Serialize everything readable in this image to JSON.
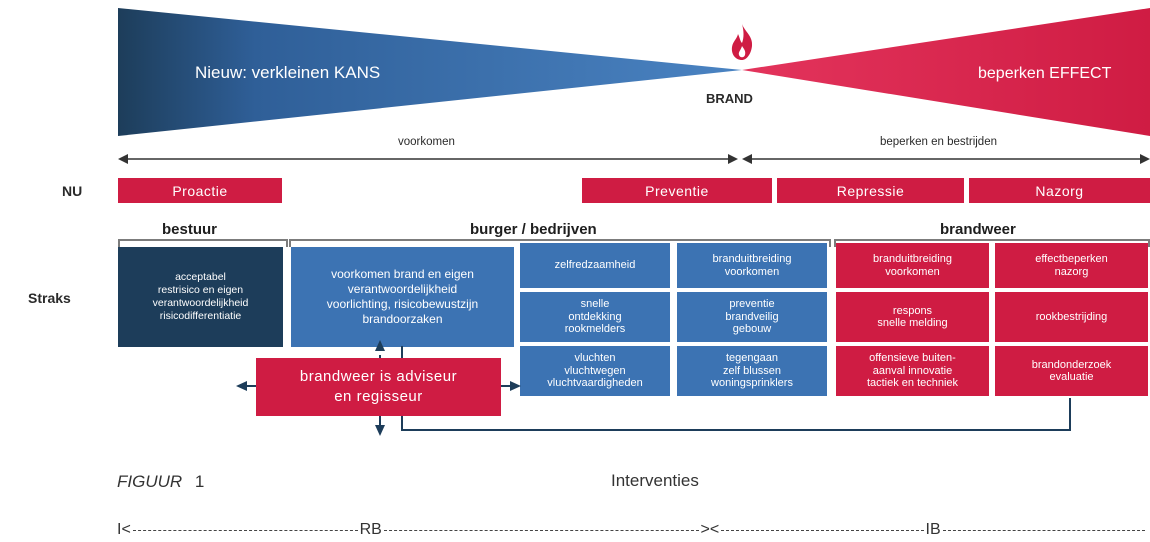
{
  "banner": {
    "left_text": "Nieuw: verkleinen KANS",
    "center_label": "BRAND",
    "right_text": "beperken EFFECT",
    "flame_icon": "flame-icon",
    "colors": {
      "blue": "#3c73b3",
      "dark_blue": "#1d3d5a",
      "red": "#cf1c43"
    }
  },
  "timeline": {
    "left_label": "voorkomen",
    "right_label": "beperken en bestrijden"
  },
  "nu": {
    "row_label": "NU",
    "items": [
      "Proactie",
      "Preventie",
      "Repressie",
      "Nazorg"
    ]
  },
  "straks": {
    "row_label": "Straks",
    "groups": [
      "bestuur",
      "burger / bedrijven",
      "brandweer"
    ],
    "boxes": {
      "bestuur": "acceptabel\nrestrisico en eigen\nverantwoordelijkheid\nrisicodifferentiatie",
      "voorkomen": "voorkomen brand en eigen\nverantwoordelijkheid\nvoorlichting, risicobewustzijn\nbrandoorzaken",
      "zelfredzaamheid": "zelfredzaamheid",
      "snelle_ontdekking": "snelle\nontdekking\nrookmelders",
      "vluchten": "vluchten\nvluchtwegen\nvluchtvaardigheden",
      "branduitbreiding_blue": "branduitbreiding\nvoorkomen",
      "preventie": "preventie\nbrandveilig\ngebouw",
      "tegengaan": "tegengaan\nzelf blussen\nwoningsprinklers",
      "branduitbreiding_red": "branduitbreiding\nvoorkomen",
      "effectbeperken": "effectbeperken\nnazorg",
      "respons": "respons\nsnelle melding",
      "rookbestrijding": "rookbestrijding",
      "offensieve": "offensieve buiten-\naanval innovatie\ntactiek en techniek",
      "brandonderzoek": "brandonderzoek\nevaluatie",
      "adviseur": "brandweer is adviseur\nen regisseur"
    }
  },
  "caption": {
    "figure_word": "FIGUUR",
    "figure_number": "1",
    "title": "Interventies"
  },
  "footer_scale": {
    "start": "I<",
    "left_label": "RB",
    "middle": "><",
    "right_label": "IB"
  }
}
